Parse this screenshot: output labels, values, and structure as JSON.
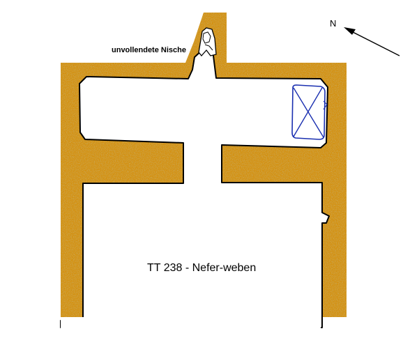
{
  "plan": {
    "title": "TT 238 - Nefer-weben",
    "niche_label": "unvollendete Nische",
    "north_label": "N"
  },
  "colors": {
    "rock": "#d4900f",
    "rock_speckle": "#8f7a3a",
    "outline": "#000000",
    "sarcophagus": "#1a2fb0",
    "background": "#ffffff"
  }
}
